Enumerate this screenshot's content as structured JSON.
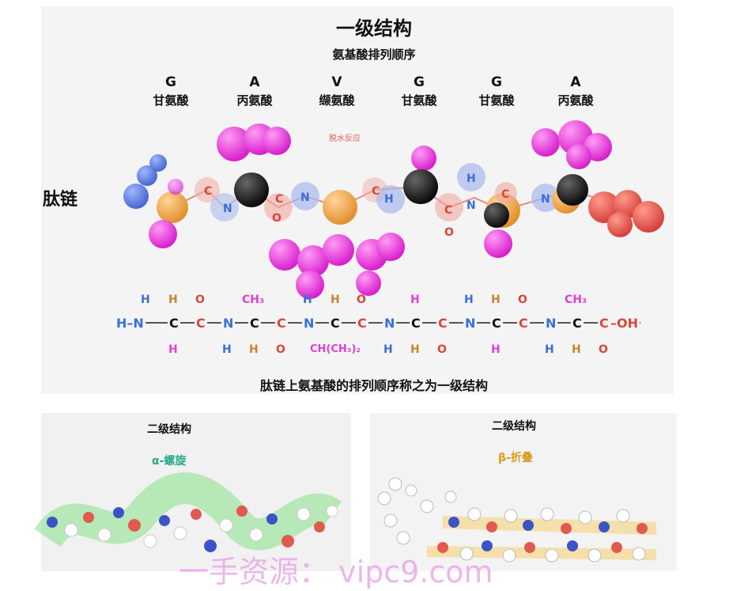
{
  "primary": {
    "title": "一级结构",
    "subtitle": "氨基酸排列顺序",
    "amino_acids": [
      {
        "code": "G",
        "name": "甘氨酸"
      },
      {
        "code": "A",
        "name": "丙氨酸"
      },
      {
        "code": "V",
        "name": "缬氨酸"
      },
      {
        "code": "G",
        "name": "甘氨酸"
      },
      {
        "code": "G",
        "name": "甘氨酸"
      },
      {
        "code": "A",
        "name": "丙氨酸"
      }
    ],
    "peptide_label": "肽链",
    "reaction_label": "脱水反应",
    "formula": {
      "h_n_prefix": "H–N",
      "terminal": "–OH",
      "ch3": "CH₃",
      "ch_ch3_2": "CH(CH₃)₂",
      "atom_h": "H",
      "atom_c": "C",
      "atom_n": "N",
      "atom_o": "O"
    },
    "caption": "肽链上氨基酸的排列顺序称之为一级结构"
  },
  "secondary_left": {
    "title": "二级结构",
    "subtitle": "α-螺旋",
    "subtitle_color": "#2aa88a"
  },
  "secondary_right": {
    "title": "二级结构",
    "subtitle": "β-折叠",
    "subtitle_color": "#d99a1c"
  },
  "watermark": "一手资源：  vipc9.com",
  "colors": {
    "hydrogen_blue": "#3a6fd8",
    "carbon_black": "#111111",
    "oxygen_red": "#d9463c",
    "nitrogen_blue": "#3a6fd8",
    "side_chain_magenta": "#e23fd6",
    "alpha_carbon_orange": "#f0a94a",
    "h_orange": "#c8842c"
  }
}
